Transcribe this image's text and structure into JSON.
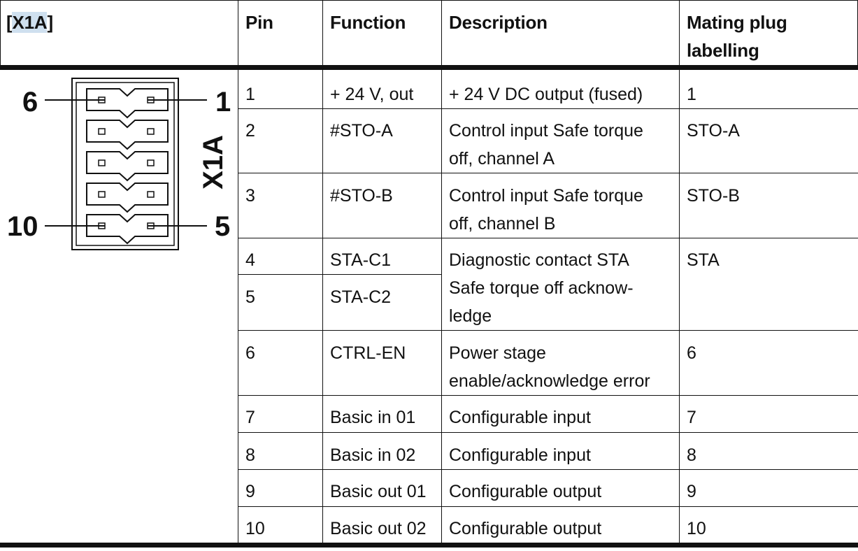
{
  "header": {
    "connector_open": "[",
    "connector_id": "X1A",
    "connector_close": "]",
    "pin": "Pin",
    "function": "Function",
    "description": "Description",
    "mating_1": "Mating plug",
    "mating_2": "labelling"
  },
  "diagram": {
    "label_top_left": "6",
    "label_top_right": "1",
    "label_bottom_left": "10",
    "label_bottom_right": "5",
    "vertical_label": "X1A"
  },
  "rows": [
    {
      "pin": "1",
      "function": "+ 24 V, out",
      "description": [
        "+ 24 V DC output (fused)"
      ],
      "mating": "1"
    },
    {
      "pin": "2",
      "function": "#STO-A",
      "description": [
        "Control input Safe torque",
        "off, channel A"
      ],
      "mating": "STO-A"
    },
    {
      "pin": "3",
      "function": "#STO-B",
      "description": [
        "Control input Safe torque",
        "off, channel B"
      ],
      "mating": "STO-B"
    },
    {
      "pin": "4",
      "function": "STA-C1",
      "description": [
        "Diagnostic contact STA",
        "Safe torque off acknow-",
        "ledge"
      ],
      "mating": "STA"
    },
    {
      "pin": "5",
      "function": "STA-C2"
    },
    {
      "pin": "6",
      "function": "CTRL-EN",
      "description": [
        "Power stage",
        "enable/acknowledge error"
      ],
      "mating": "6"
    },
    {
      "pin": "7",
      "function": "Basic in 01",
      "description": [
        "Configurable input"
      ],
      "mating": "7"
    },
    {
      "pin": "8",
      "function": "Basic in 02",
      "description": [
        "Configurable input"
      ],
      "mating": "8"
    },
    {
      "pin": "9",
      "function": "Basic out 01",
      "description": [
        "Configurable output"
      ],
      "mating": "9"
    },
    {
      "pin": "10",
      "function": "Basic out 02",
      "description": [
        "Configurable output"
      ],
      "mating": "10"
    }
  ]
}
